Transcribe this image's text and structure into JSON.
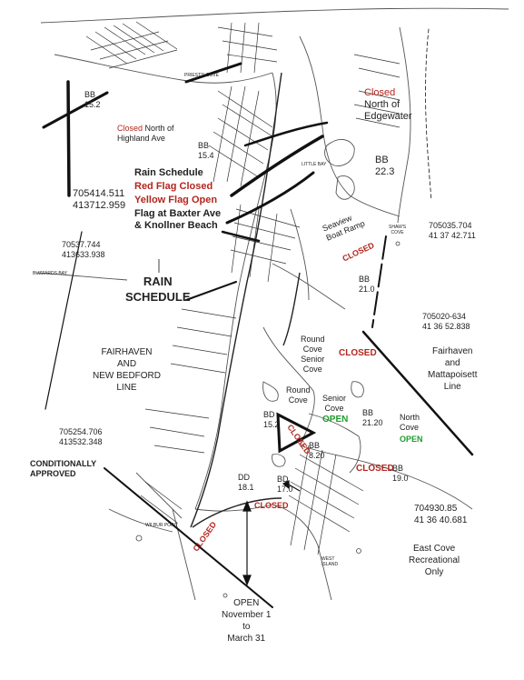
{
  "labels": {
    "bb_15_2": "BB\n15.2",
    "closed_north_highland_closed": "Closed",
    "closed_north_highland_rest": " North of\nHighland Ave",
    "bb_15_4": "BB\n15.4",
    "closed_north_edgewater_closed": "Closed",
    "closed_north_edgewater_rest": "North of\nEdgewater",
    "bb_22_3": "BB\n22.3",
    "rain_schedule_title": "Rain Schedule",
    "red_flag_closed": "Red Flag Closed",
    "yellow_flag_open": "Yellow Flag Open",
    "flag_at": "Flag at Baxter Ave\n& Knollner Beach",
    "coord_left_1": "705414.511\n413712.959",
    "coord_left_2": "70537.744\n413633.938",
    "rain_schedule_main": "RAIN\nSCHEDULE",
    "seaview_boat_ramp": "Seaview\nBoat Ramp",
    "closed_seaview": "CLOSED",
    "coord_right_1": "705035.704\n41 37 42.711",
    "bb_21_0": "BB\n21.0",
    "coord_right_2": "705020-634\n41 36 52.838",
    "fairhaven_new_bedford": "FAIRHAVEN\nAND\nNEW BEDFORD\nLINE",
    "round_cove_senior_cove": "Round\nCove\nSenior\nCove",
    "closed_round_cove": "CLOSED",
    "fairhaven_mattapoisett": "Fairhaven\nand\nMattapoisett\nLine",
    "round_cove_small": "Round\nCove",
    "senior_cove_small": "Senior\nCove",
    "open_senior": "OPEN",
    "bb_21_20": "BB\n21.20",
    "north_cove": "North\nCove",
    "open_north": "OPEN",
    "bd_15_2": "BD\n15.2",
    "closed_diag": "CLOSED",
    "bb_8_20": "BB\n8.20",
    "coord_left_3": "705254.706\n413532.348",
    "conditionally_approved": "CONDITIONALLY\nAPPROVED",
    "closed_bb_19": "CLOSED",
    "bb_19_0": "BB\n19.0",
    "dd_18_1": "DD\n18.1",
    "bd_17_0": "BD\n17.0",
    "closed_bd": "CLOSED",
    "closed_wilbur": "CLOSED",
    "coord_right_3": "704930.85\n41 36 40.681",
    "east_cove": "East Cove\nRecreational\nOnly",
    "open_nov": "OPEN\nNovember 1\nto\nMarch 31",
    "place_priests_cove": "PRIEST'S COVE",
    "place_little_bay": "LITTLE BAY",
    "place_shaws_cove": "SHAW'S\nCOVE",
    "place_buzzards_bay": "BUZZARDS BAY",
    "place_wilbur_point": "WILBUR POINT",
    "place_west_island": "WEST\nISLAND"
  },
  "colors": {
    "closed_red": "#b3261e",
    "open_green": "#1f9d2f",
    "line_black": "#111111",
    "map_gray": "#444444"
  }
}
